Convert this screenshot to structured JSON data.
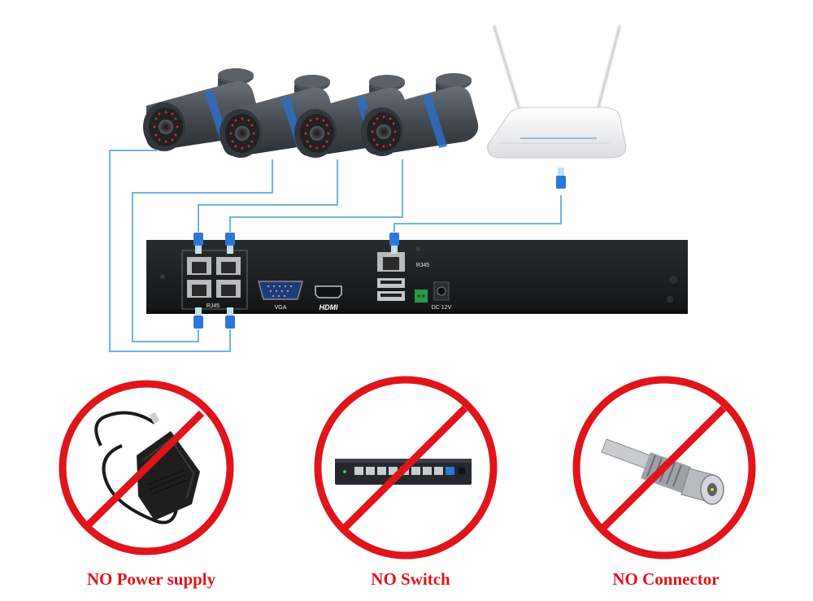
{
  "nvr": {
    "port_labels": {
      "poe": "RJ45",
      "vga": "VGA",
      "hdmi": "HDMI",
      "lan": "RJ45",
      "power": "DC 12V"
    }
  },
  "prohibited_items": [
    {
      "item": "power-adapter",
      "caption": "NO Power supply"
    },
    {
      "item": "network-switch",
      "caption": "NO Switch"
    },
    {
      "item": "bnc-connector",
      "caption": "NO Connector"
    }
  ],
  "colors": {
    "cable": "#6fb4de",
    "plug": "#2b78d6",
    "prohibit": "#e0141b",
    "nvr_body": "#1b1c1e",
    "camera_body": "#454b52"
  }
}
